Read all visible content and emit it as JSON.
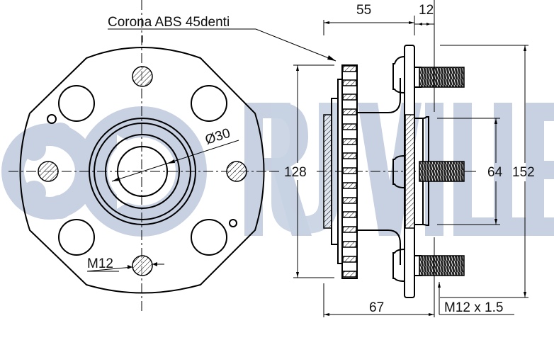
{
  "watermark": {
    "brand_text": "RUVILLE",
    "color": "#c7d1e2"
  },
  "front_view": {
    "bore_diameter_label": "Ø30",
    "stud_thread_label": "M12",
    "stud_count": 4,
    "lightening_holes": 4,
    "small_holes": 2
  },
  "side_view": {
    "abs_ring_label": "Corona ABS 45denti",
    "dim_top_left": "55",
    "dim_top_right": "12",
    "dim_left_height": "128",
    "dim_pilot": "64",
    "dim_right_height": "152",
    "dim_bottom_width": "67",
    "stud_thread_spec": "M12 x 1.5"
  },
  "colors": {
    "line": "#000000",
    "background": "#ffffff",
    "watermark": "#c7d1e2"
  }
}
